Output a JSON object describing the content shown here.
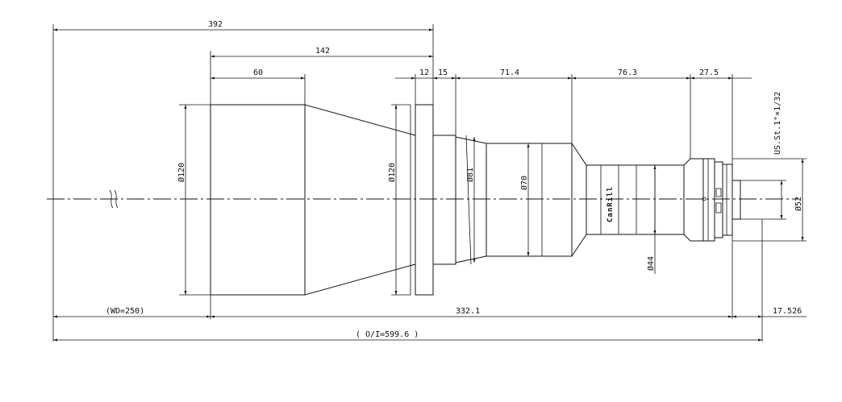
{
  "drawing": {
    "dimensions": {
      "overall_length": "392",
      "front_section_length": "142",
      "front_barrel_length": "60",
      "flange_width": "12",
      "neck_width": "15",
      "mid_barrel_length": "71.4",
      "rear_barrel_length": "76.3",
      "mount_length": "27.5",
      "front_diameter": "Ø120",
      "flange_diameter": "Ø120",
      "neck_diameter": "Ø81",
      "mid_diameter": "Ø70",
      "rear_diameter": "Ø44",
      "mount_diameter": "Ø52",
      "thread_spec": "US.St.1\"×1/32",
      "working_distance": "(WD=250)",
      "lens_length": "332.1",
      "back_focus": "17.526",
      "object_to_image": "( O/I=599.6 )"
    },
    "brand_label": "CanRill",
    "colors": {
      "line": "#111111",
      "background": "#ffffff"
    }
  }
}
